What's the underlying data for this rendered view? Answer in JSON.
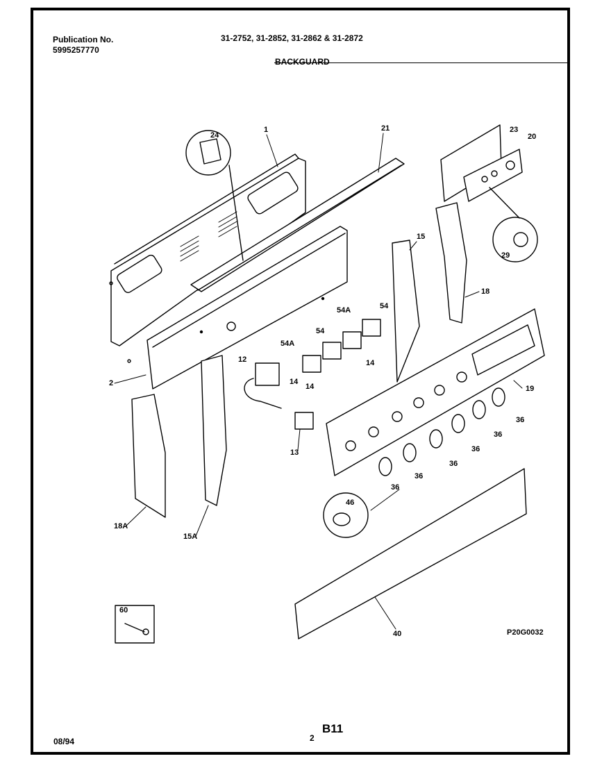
{
  "header": {
    "publication_label": "Publication No.",
    "publication_number": "5995257770",
    "models": "31-2752, 31-2852, 31-2862 & 31-2872",
    "section_title": "BACKGUARD"
  },
  "footer": {
    "date": "08/94",
    "page_number": "2",
    "page_code": "B11",
    "figure_code": "P20G0032"
  },
  "callouts": {
    "c1": "1",
    "c21": "21",
    "c23": "23",
    "c20": "20",
    "c24": "24",
    "c29": "29",
    "c15": "15",
    "c18": "18",
    "c54A_1": "54A",
    "c54_1": "54",
    "c54_2": "54",
    "c54A_2": "54A",
    "c14_1": "14",
    "c14_2": "14",
    "c14_3": "14",
    "c12": "12",
    "c2": "2",
    "c19": "19",
    "c36_1": "36",
    "c36_2": "36",
    "c36_3": "36",
    "c36_4": "36",
    "c36_5": "36",
    "c36_6": "36",
    "c13": "13",
    "c46": "46",
    "c18A": "18A",
    "c15A": "15A",
    "c40": "40",
    "c60": "60"
  }
}
